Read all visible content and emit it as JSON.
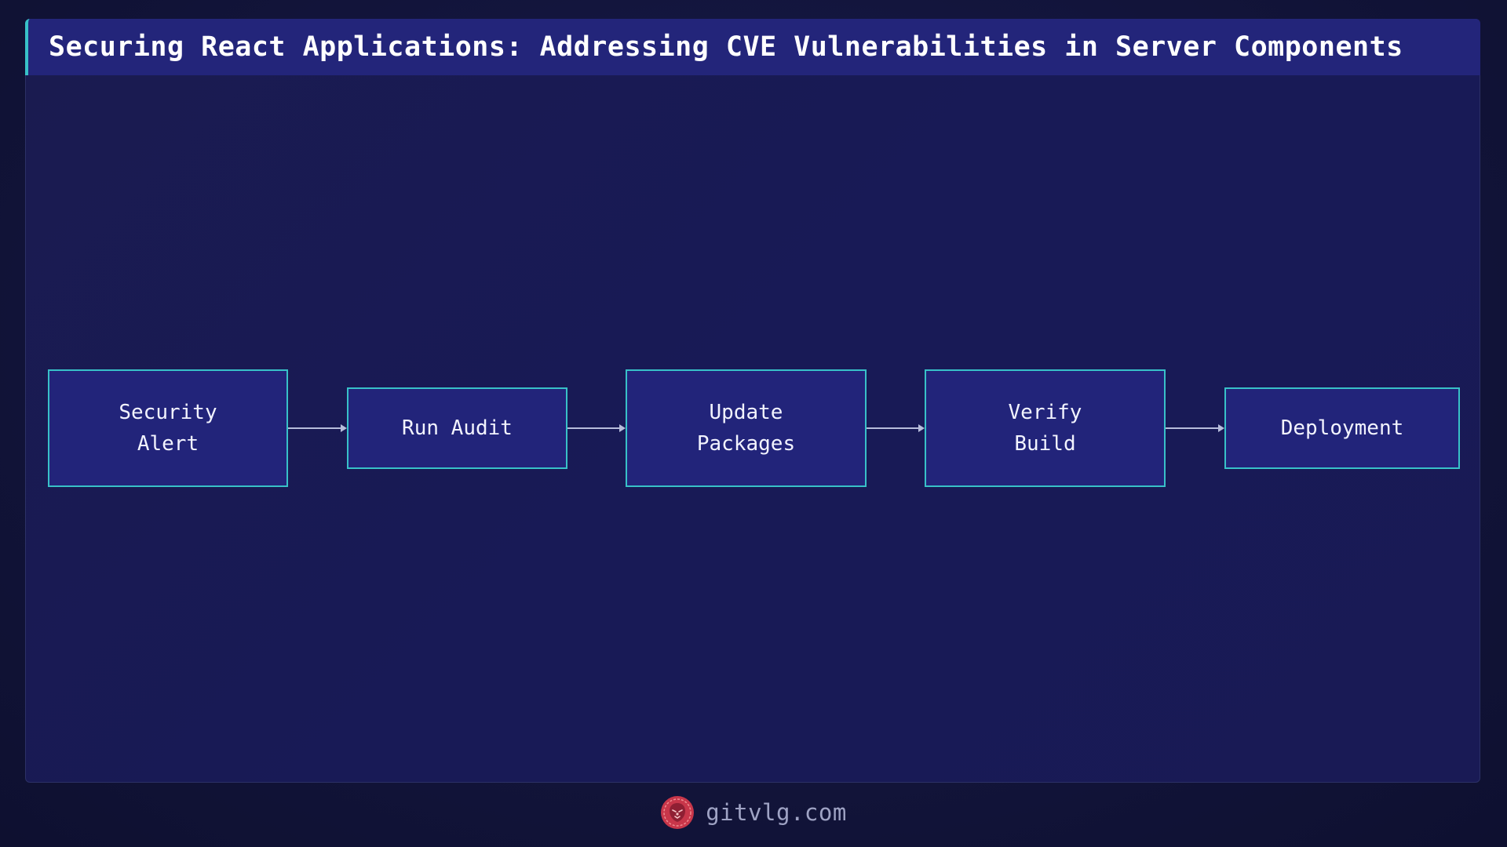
{
  "title": "Securing React Applications: Addressing CVE Vulnerabilities in Server Components",
  "flow": {
    "nodes": [
      {
        "label": "Security\nAlert"
      },
      {
        "label": "Run Audit"
      },
      {
        "label": "Update\nPackages"
      },
      {
        "label": "Verify\nBuild"
      },
      {
        "label": "Deployment"
      }
    ]
  },
  "footer": {
    "site": "gitvlg.com",
    "logo_icon": "lion-head-icon"
  },
  "colors": {
    "accent": "#38c1c8",
    "title_bar": "#23257a",
    "node_fill": "#22247a",
    "logo": "#c8364a"
  }
}
